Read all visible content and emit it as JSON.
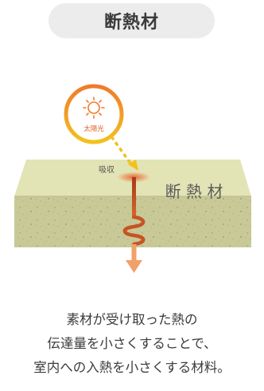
{
  "title": "断熱材",
  "diagram": {
    "sun_label": "太陽光",
    "absorb_label": "吸収",
    "material_label": "断 熱 材"
  },
  "description": {
    "line1": "素材が受け取った熱の",
    "line2": "伝達量を小さくすることで、",
    "line3": "室内への入熱を小さくする材料。"
  },
  "colors": {
    "sun_orange": "#f07a2a",
    "sun_yellow": "#f3c11e",
    "slab_top": "#e2e4b5",
    "slab_front": "#c8c996",
    "heat_red": "#b8441f",
    "arrow_orange": "#f2a06a",
    "title_pill_bg": "#ececec"
  }
}
